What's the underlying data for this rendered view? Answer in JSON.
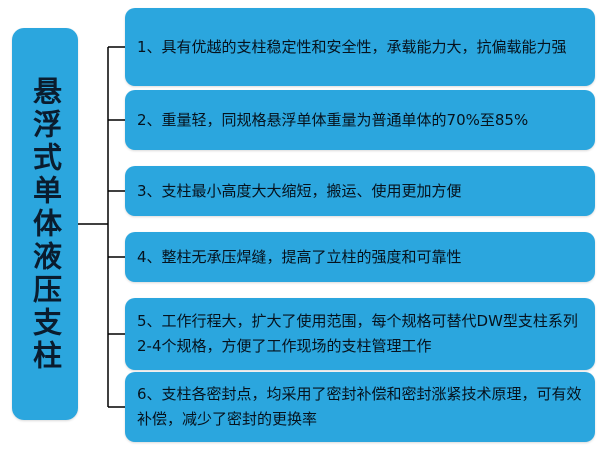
{
  "diagram": {
    "title": "悬浮式单体液压支柱",
    "items": [
      {
        "text": "1、具有优越的支柱稳定性和安全性，承载能力大，抗偏载能力强"
      },
      {
        "text": "2、重量轻，同规格悬浮单体重量为普通单体的70%至85%"
      },
      {
        "text": "3、支柱最小高度大大缩短，搬运、使用更加方便"
      },
      {
        "text": "4、整柱无承压焊缝，提高了立柱的强度和可靠性"
      },
      {
        "text": "5、工作行程大，扩大了使用范围，每个规格可替代DW型支柱系列2-4个规格，方便了工作现场的支柱管理工作"
      },
      {
        "text": "6、支柱各密封点，均采用了密封补偿和密封涨紧技术原理，可有效补偿，减少了密封的更换率"
      }
    ],
    "colors": {
      "box_fill": "#2BA6DE",
      "connector": "#000000",
      "title_text": "#0a1c2e",
      "item_text": "#06121d"
    }
  }
}
